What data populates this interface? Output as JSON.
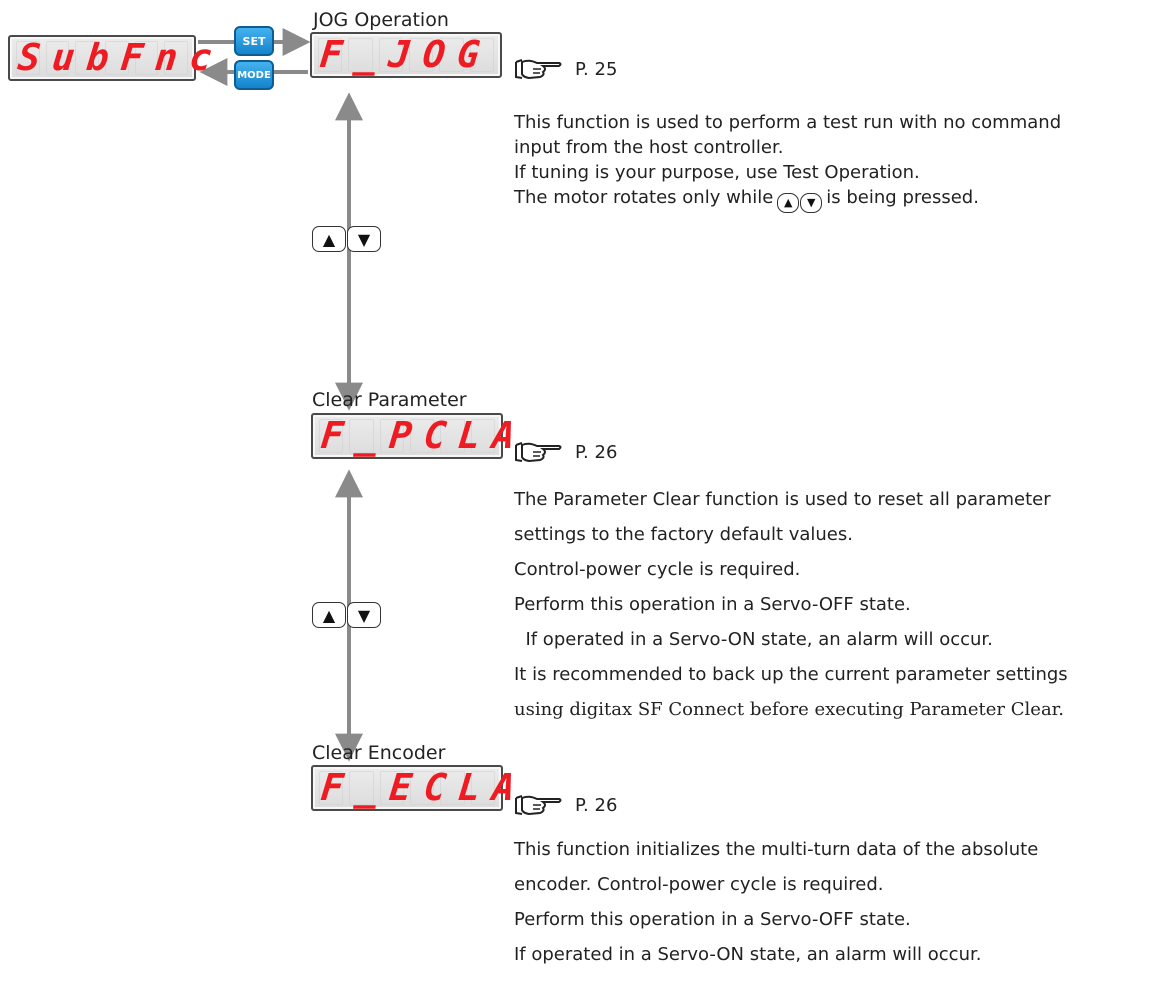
{
  "panels": {
    "subfnc": {
      "display": "SubFnc"
    },
    "jog": {
      "display": "F_JOG",
      "label": "JOG Operation",
      "page_ref": "P. 25"
    },
    "pcla": {
      "display": "F_PCLA",
      "label": "Clear Parameter",
      "page_ref": "P. 26"
    },
    "ecla": {
      "display": "F_ECLA",
      "label": "Clear Encoder",
      "page_ref": "P. 26"
    }
  },
  "buttons": {
    "set": "SET",
    "mode": "MODE",
    "up": "▲",
    "down": "▼"
  },
  "descriptions": {
    "jog": [
      "This function is used to perform a test run with no command",
      "input from the host controller.",
      "If tuning is your purpose, use Test Operation.",
      "The motor rotates only while",
      "is being pressed."
    ],
    "pcla": [
      "The Parameter Clear function is used to reset all parameter",
      "settings to the factory default values.",
      "Control-power cycle is required.",
      "Perform this operation in a Servo-OFF state.",
      "  If operated in a Servo-ON state, an alarm will occur.",
      "It is recommended to back up the current parameter settings",
      "using digitax SF Connect before executing Parameter Clear."
    ],
    "ecla": [
      "This function initializes the multi-turn data of the absolute",
      "encoder. Control-power cycle is required.",
      "Perform this operation in a Servo-OFF state.",
      "If operated in a Servo-ON state, an alarm will occur."
    ]
  },
  "colors": {
    "segment": "#ee1b22",
    "button": "#1e90d6",
    "arrow": "#888888"
  }
}
